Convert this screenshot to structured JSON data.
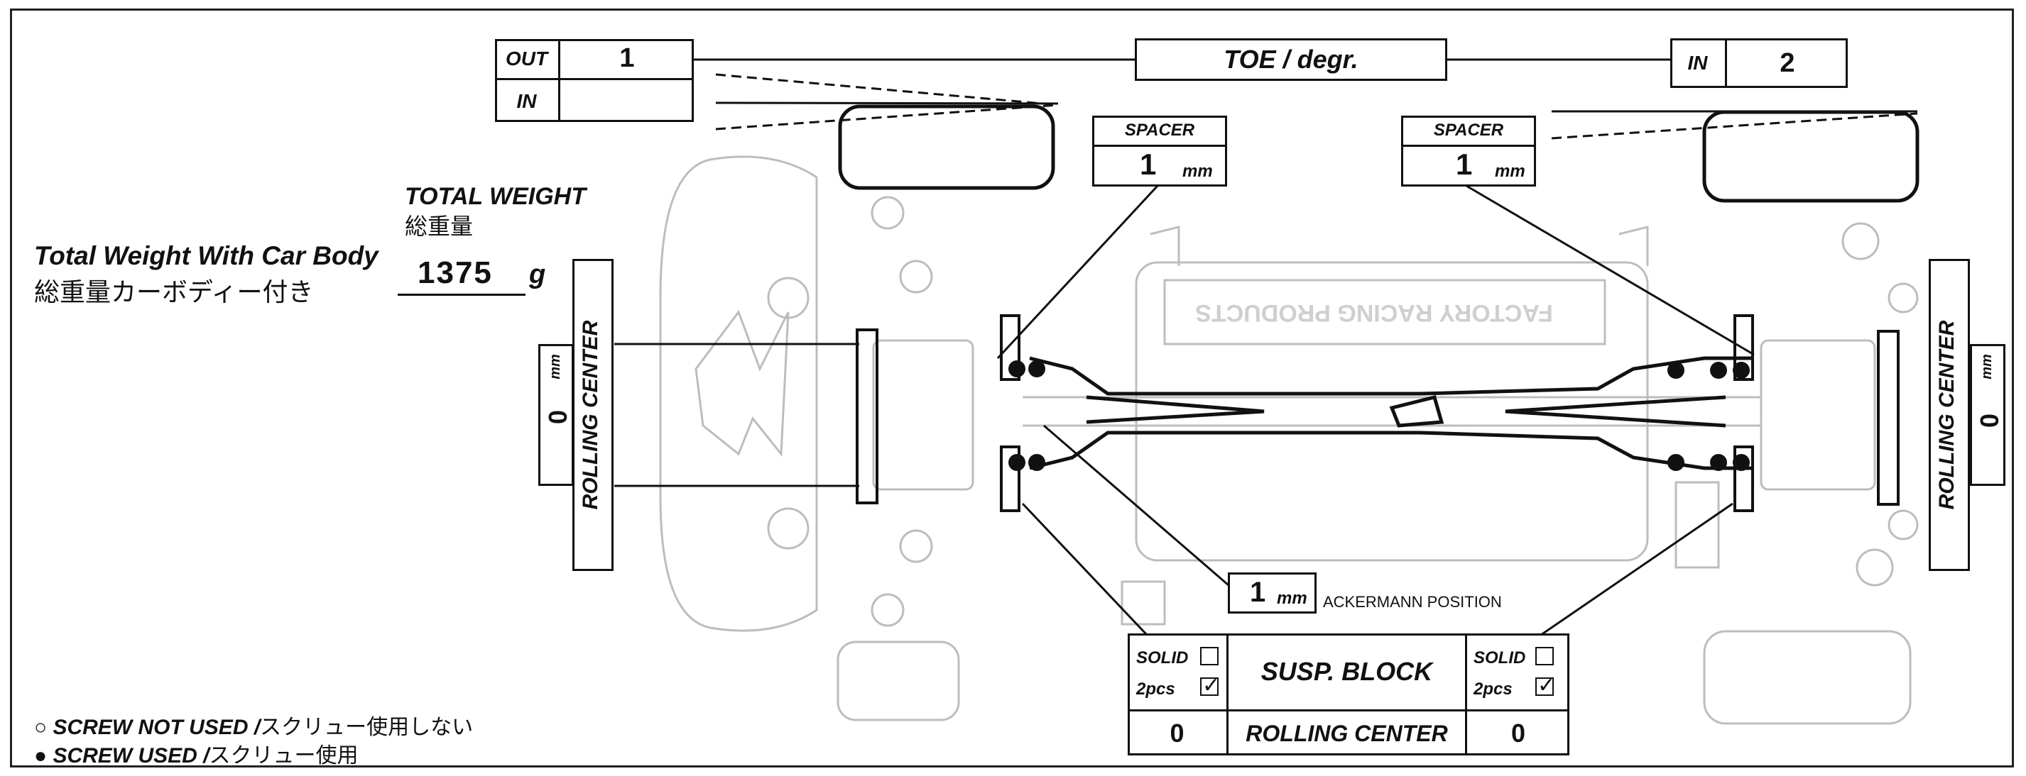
{
  "toe": {
    "title": "TOE / degr.",
    "front_out_label": "OUT",
    "front_out_value": "1",
    "front_in_label": "IN",
    "front_in_value": "",
    "rear_in_label": "IN",
    "rear_in_value": "2"
  },
  "spacer": {
    "front_label": "SPACER",
    "front_value": "1",
    "rear_label": "SPACER",
    "rear_value": "1",
    "unit": "mm"
  },
  "weight": {
    "total_label_en": "TOTAL WEIGHT",
    "total_label_jp": "総重量",
    "body_label_en": "Total Weight With Car Body",
    "body_label_jp": "総重量カーボディー付き",
    "value": "1375",
    "unit": "g"
  },
  "rolling_center": {
    "front_label": "ROLLING CENTER",
    "front_value": "0",
    "rear_label": "ROLLING CENTER",
    "rear_value": "0",
    "unit": "mm"
  },
  "ackermann": {
    "value": "1",
    "unit": "mm",
    "label": "ACKERMANN POSITION"
  },
  "susp_block": {
    "title": "SUSP. BLOCK",
    "solid_label": "SOLID",
    "pcs_label": "2pcs",
    "front_solid_checked": false,
    "front_2pcs_checked": true,
    "rear_solid_checked": false,
    "rear_2pcs_checked": true,
    "rc_label": "ROLLING CENTER",
    "front_rc_value": "0",
    "rear_rc_value": "0"
  },
  "legend": {
    "not_used_en": "SCREW NOT USED",
    "not_used_jp": "スクリュー使用しない",
    "used_en": "SCREW USED",
    "used_jp": "スクリュー使用",
    "separator": "/",
    "open_symbol": "○",
    "filled_symbol": "●"
  },
  "chassis": {
    "brand_text": "FACTORY RACING PRODUCTS"
  }
}
